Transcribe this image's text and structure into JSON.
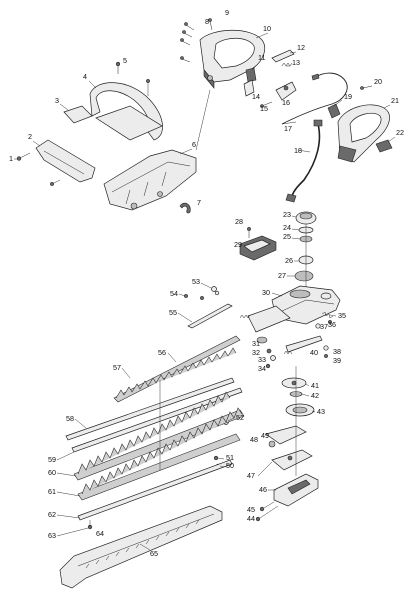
{
  "callouts": {
    "n1": "1",
    "n2": "2",
    "n3": "3",
    "n4": "4",
    "n5": "5",
    "n6": "6",
    "n7": "7",
    "n8": "8",
    "n9": "9",
    "n10": "10",
    "n11": "11",
    "n12": "12",
    "n13": "13",
    "n14": "14",
    "n15": "15",
    "n16": "16",
    "n17": "17",
    "n18": "18",
    "n19": "19",
    "n20": "20",
    "n21": "21",
    "n22": "22",
    "n23": "23",
    "n24": "24",
    "n25": "25",
    "n26": "26",
    "n27": "27",
    "n28": "28",
    "n29": "29",
    "n30": "30",
    "n31": "31",
    "n32": "32",
    "n33": "33",
    "n34": "34",
    "n35": "35",
    "n36": "36",
    "n37": "37",
    "n38": "38",
    "n39": "39",
    "n40": "40",
    "n41": "41",
    "n42": "42",
    "n43": "43",
    "n44": "44",
    "n45": "45",
    "n46": "46",
    "n47": "47",
    "n48": "48",
    "n49": "49",
    "n50": "50",
    "n51": "51",
    "n52": "52",
    "n53": "53",
    "n54": "54",
    "n55": "55",
    "n56": "56",
    "n57": "57",
    "n58": "58",
    "n59": "59",
    "n60": "60",
    "n61": "61",
    "n62": "62",
    "n63": "63",
    "n64": "64",
    "n65": "65"
  },
  "colors": {
    "ink": "#222222",
    "part_fill": "#ececec",
    "shade": "#6a6a6a",
    "background": "#ffffff"
  }
}
